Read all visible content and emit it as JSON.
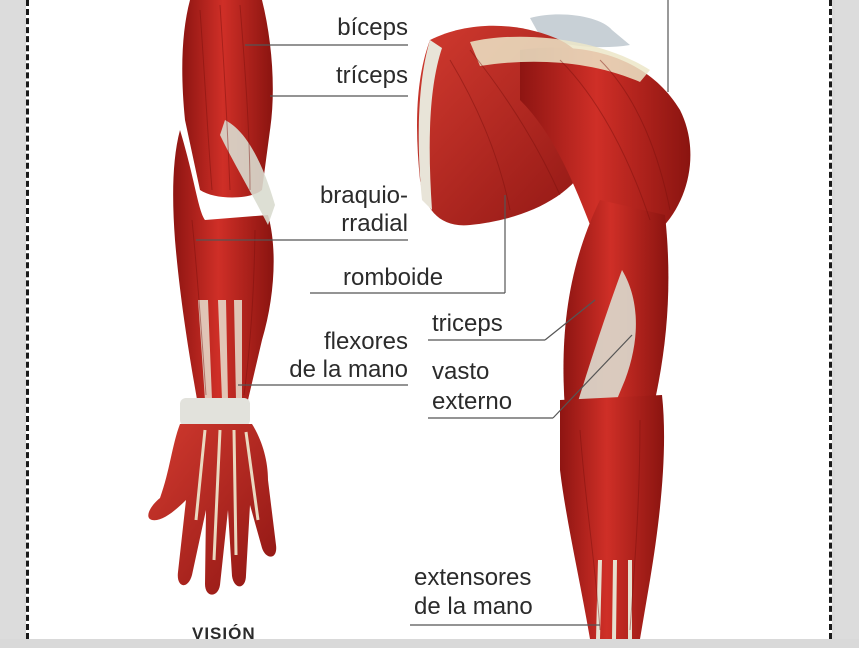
{
  "labels": {
    "biceps": "bíceps",
    "triceps_front": "tríceps",
    "braquio_line1": "braquio-",
    "braquio_line2": "rradial",
    "romboide": "romboide",
    "flexores_line1": "flexores",
    "flexores_line2": "de la mano",
    "triceps_back": "triceps",
    "vasto_line1": "vasto",
    "vasto_line2": "externo",
    "extensores_line1": "extensores",
    "extensores_line2": "de la mano",
    "vision": "VISIÓN"
  },
  "colors": {
    "muscle": "#c0221e",
    "muscle_dark": "#8e1512",
    "tendon": "#e6e0d0",
    "leader_line": "#555555"
  }
}
